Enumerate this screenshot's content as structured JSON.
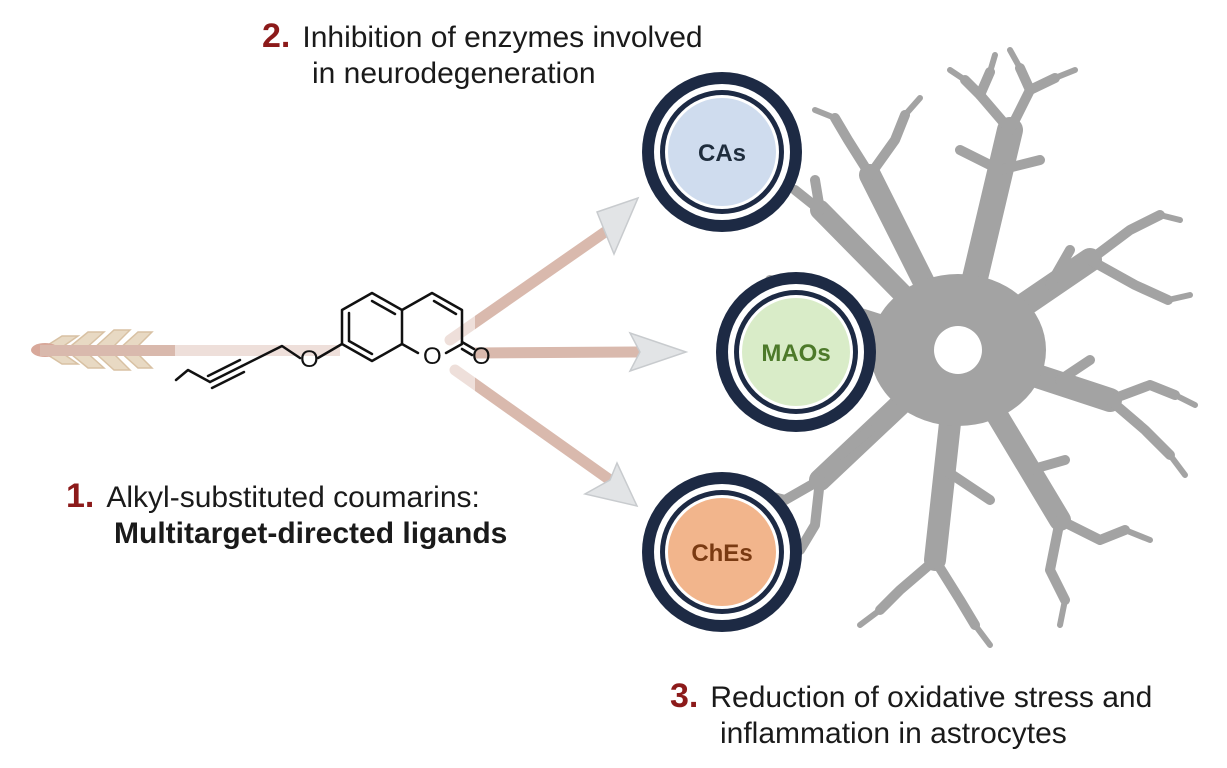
{
  "captions": {
    "step1": {
      "number": "1.",
      "line1": "Alkyl-substituted  coumarins:",
      "line2": "Multitarget-directed  ligands"
    },
    "step2": {
      "number": "2.",
      "line1": "Inhibition  of enzymes  involved",
      "line2": "in neurodegeneration"
    },
    "step3": {
      "number": "3.",
      "line1": "Reduction of oxidative stress and",
      "line2": "inflammation  in astrocytes"
    }
  },
  "molecule": {
    "atoms": {
      "ring_oxygen": "O",
      "carbonyl_oxygen": "O",
      "ether_oxygen": "O"
    }
  },
  "targets": [
    {
      "label": "CAs",
      "fill": "#cfdcee",
      "text_color": "#1f2d3d"
    },
    {
      "label": "MAOs",
      "fill": "#d9ecc8",
      "text_color": "#4d7a2a"
    },
    {
      "label": "ChEs",
      "fill": "#f2b58c",
      "text_color": "#7a3a12"
    }
  ],
  "colors": {
    "ring_outer": "#1d2a44",
    "arrow_shaft": "#d9b9ad",
    "arrow_head": "#e2e4e6",
    "astrocyte": "#a3a3a3",
    "number_accent": "#8c1a1a"
  },
  "icons": [
    "arrow-fletching-icon",
    "astrocyte-cell-icon",
    "arrowhead-icon"
  ]
}
